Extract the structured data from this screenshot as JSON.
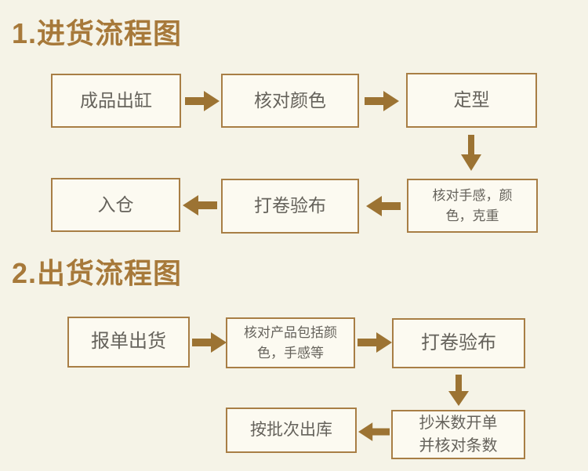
{
  "colors": {
    "background": "#f5f3e7",
    "box_fill": "#fcfaf1",
    "box_border": "#a87e45",
    "arrow": "#9c7333",
    "title": "#a7793a",
    "box_text": "#65625b"
  },
  "chart1": {
    "title": "1.进货流程图",
    "step1": "成品出缸",
    "step2": "核对颜色",
    "step3": "定型",
    "step4_line1": "核对手感，颜",
    "step4_line2": "色，克重",
    "step5": "打卷验布",
    "step6": "入仓"
  },
  "chart2": {
    "title": "2.出货流程图",
    "step1": "报单出货",
    "step2_line1": "核对产品包括颜",
    "step2_line2": "色，手感等",
    "step3": "打卷验布",
    "step4_line1": "抄米数开单",
    "step4_line2": "并核对条数",
    "step5": "按批次出库"
  }
}
